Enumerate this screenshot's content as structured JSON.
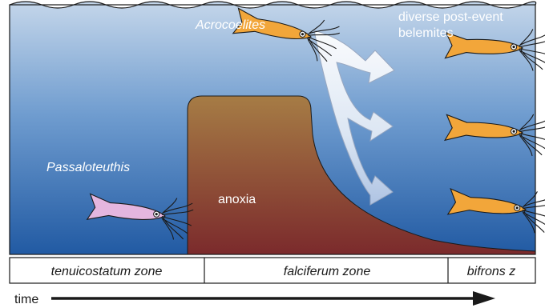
{
  "labels": {
    "passaloteuthis": "Passaloteuthis",
    "acrocoelites": "Acrocoelites",
    "post_event_line1": "diverse post-event",
    "post_event_line2": "belemites",
    "anoxia": "anoxia"
  },
  "zones": {
    "tenuicostatum": "tenuicostatum zone",
    "falciferum": "falciferum zone",
    "bifrons": "bifrons z"
  },
  "time_label": "time",
  "colors": {
    "sea_top": "#b8cde6",
    "sea_bottom": "#2a62a8",
    "anoxia_top": "#a57a45",
    "anoxia_bottom": "#7d2c2c",
    "passaloteuthis": "#e0b4dd",
    "belemnite": "#f2a53a",
    "outline": "#1a1a1a"
  }
}
